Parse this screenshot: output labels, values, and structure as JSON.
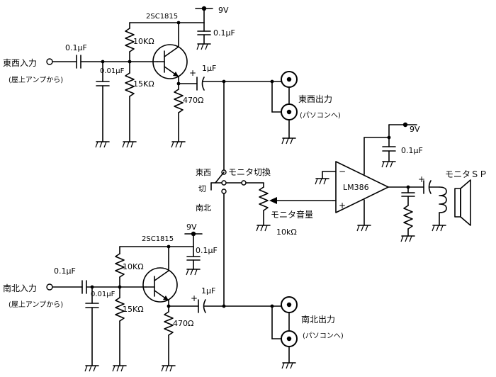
{
  "labels": {
    "transistor_top": "2SC1815",
    "transistor_bottom": "2SC1815",
    "v9_top": "9V",
    "v9_bottom": "9V",
    "v9_amp": "9V",
    "cap_bypass_top": "0.1μF",
    "cap_bypass_bottom": "0.1μF",
    "cap_bypass_amp": "0.1μF",
    "cap_in_top": "0.1μF",
    "cap_in_bottom": "0.1μF",
    "cap_shunt_top": "0.01μF",
    "cap_shunt_bottom": "0.01μF",
    "r10k_top": "10KΩ",
    "r10k_bottom": "10KΩ",
    "r15k_top": "15KΩ",
    "r15k_bottom": "15KΩ",
    "r470_top": "470Ω",
    "r470_bottom": "470Ω",
    "cap_out_top": "1μF",
    "cap_out_bottom": "1μF",
    "input_top": "東西入力",
    "input_top_sub": "(屋上アンプから)",
    "input_bottom": "南北入力",
    "input_bottom_sub": "(屋上アンプから)",
    "out_top": "東西出力",
    "out_top_sub": "(パソコンへ)",
    "out_bottom": "南北出力",
    "out_bottom_sub": "(パソコンへ)",
    "sw_east_west": "東西",
    "sw_off": "切",
    "sw_north_south": "南北",
    "sw_title": "モニタ切換",
    "vol_title": "モニタ音量",
    "vol_value": "10kΩ",
    "amp_ic": "LM386",
    "speaker": "モニタＳＰ"
  }
}
